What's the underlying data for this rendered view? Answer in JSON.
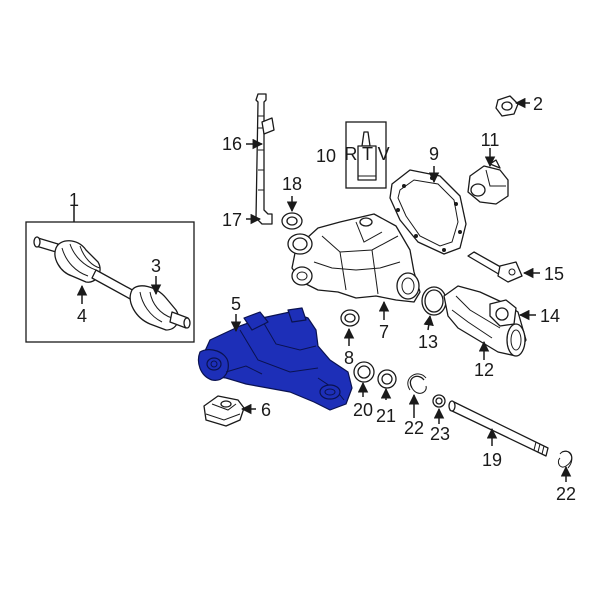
{
  "diagram": {
    "highlight_color": "#1d2fb8",
    "callouts": [
      {
        "id": "c1",
        "text": "1"
      },
      {
        "id": "c2",
        "text": "2"
      },
      {
        "id": "c3",
        "text": "3"
      },
      {
        "id": "c4",
        "text": "4"
      },
      {
        "id": "c5",
        "text": "5"
      },
      {
        "id": "c6",
        "text": "6"
      },
      {
        "id": "c7",
        "text": "7"
      },
      {
        "id": "c8",
        "text": "8"
      },
      {
        "id": "c9",
        "text": "9"
      },
      {
        "id": "c10",
        "text": "10"
      },
      {
        "id": "c11",
        "text": "11"
      },
      {
        "id": "c12",
        "text": "12"
      },
      {
        "id": "c13",
        "text": "13"
      },
      {
        "id": "c14",
        "text": "14"
      },
      {
        "id": "c15",
        "text": "15"
      },
      {
        "id": "c16",
        "text": "16"
      },
      {
        "id": "c17",
        "text": "17"
      },
      {
        "id": "c18",
        "text": "18"
      },
      {
        "id": "c19",
        "text": "19"
      },
      {
        "id": "c20",
        "text": "20"
      },
      {
        "id": "c21",
        "text": "21"
      },
      {
        "id": "c22a",
        "text": "22"
      },
      {
        "id": "c22b",
        "text": "22"
      },
      {
        "id": "c23",
        "text": "23"
      }
    ],
    "tube_label": "R T V"
  }
}
